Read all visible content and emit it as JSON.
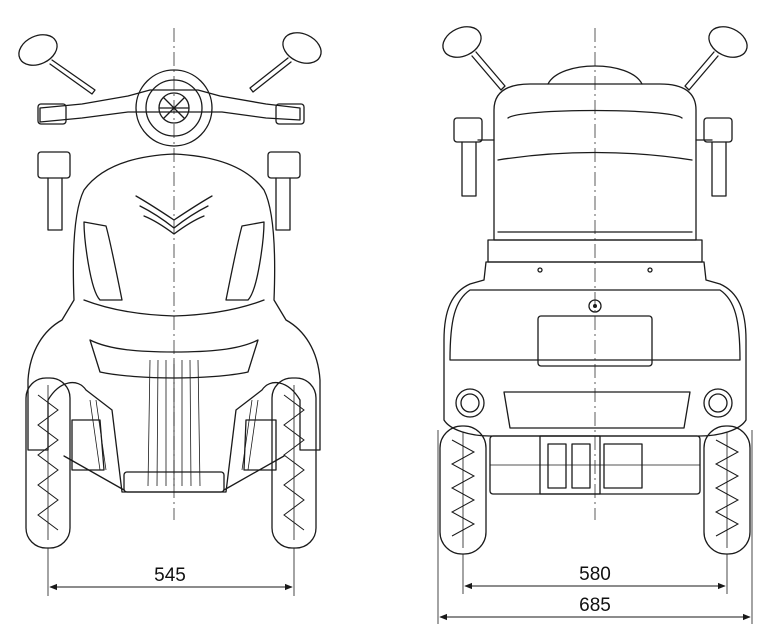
{
  "drawing": {
    "views": [
      {
        "view": "front",
        "dimensions": [
          {
            "label": "545"
          }
        ]
      },
      {
        "view": "rear",
        "dimensions": [
          {
            "label": "580"
          },
          {
            "label": "685"
          }
        ]
      }
    ]
  }
}
